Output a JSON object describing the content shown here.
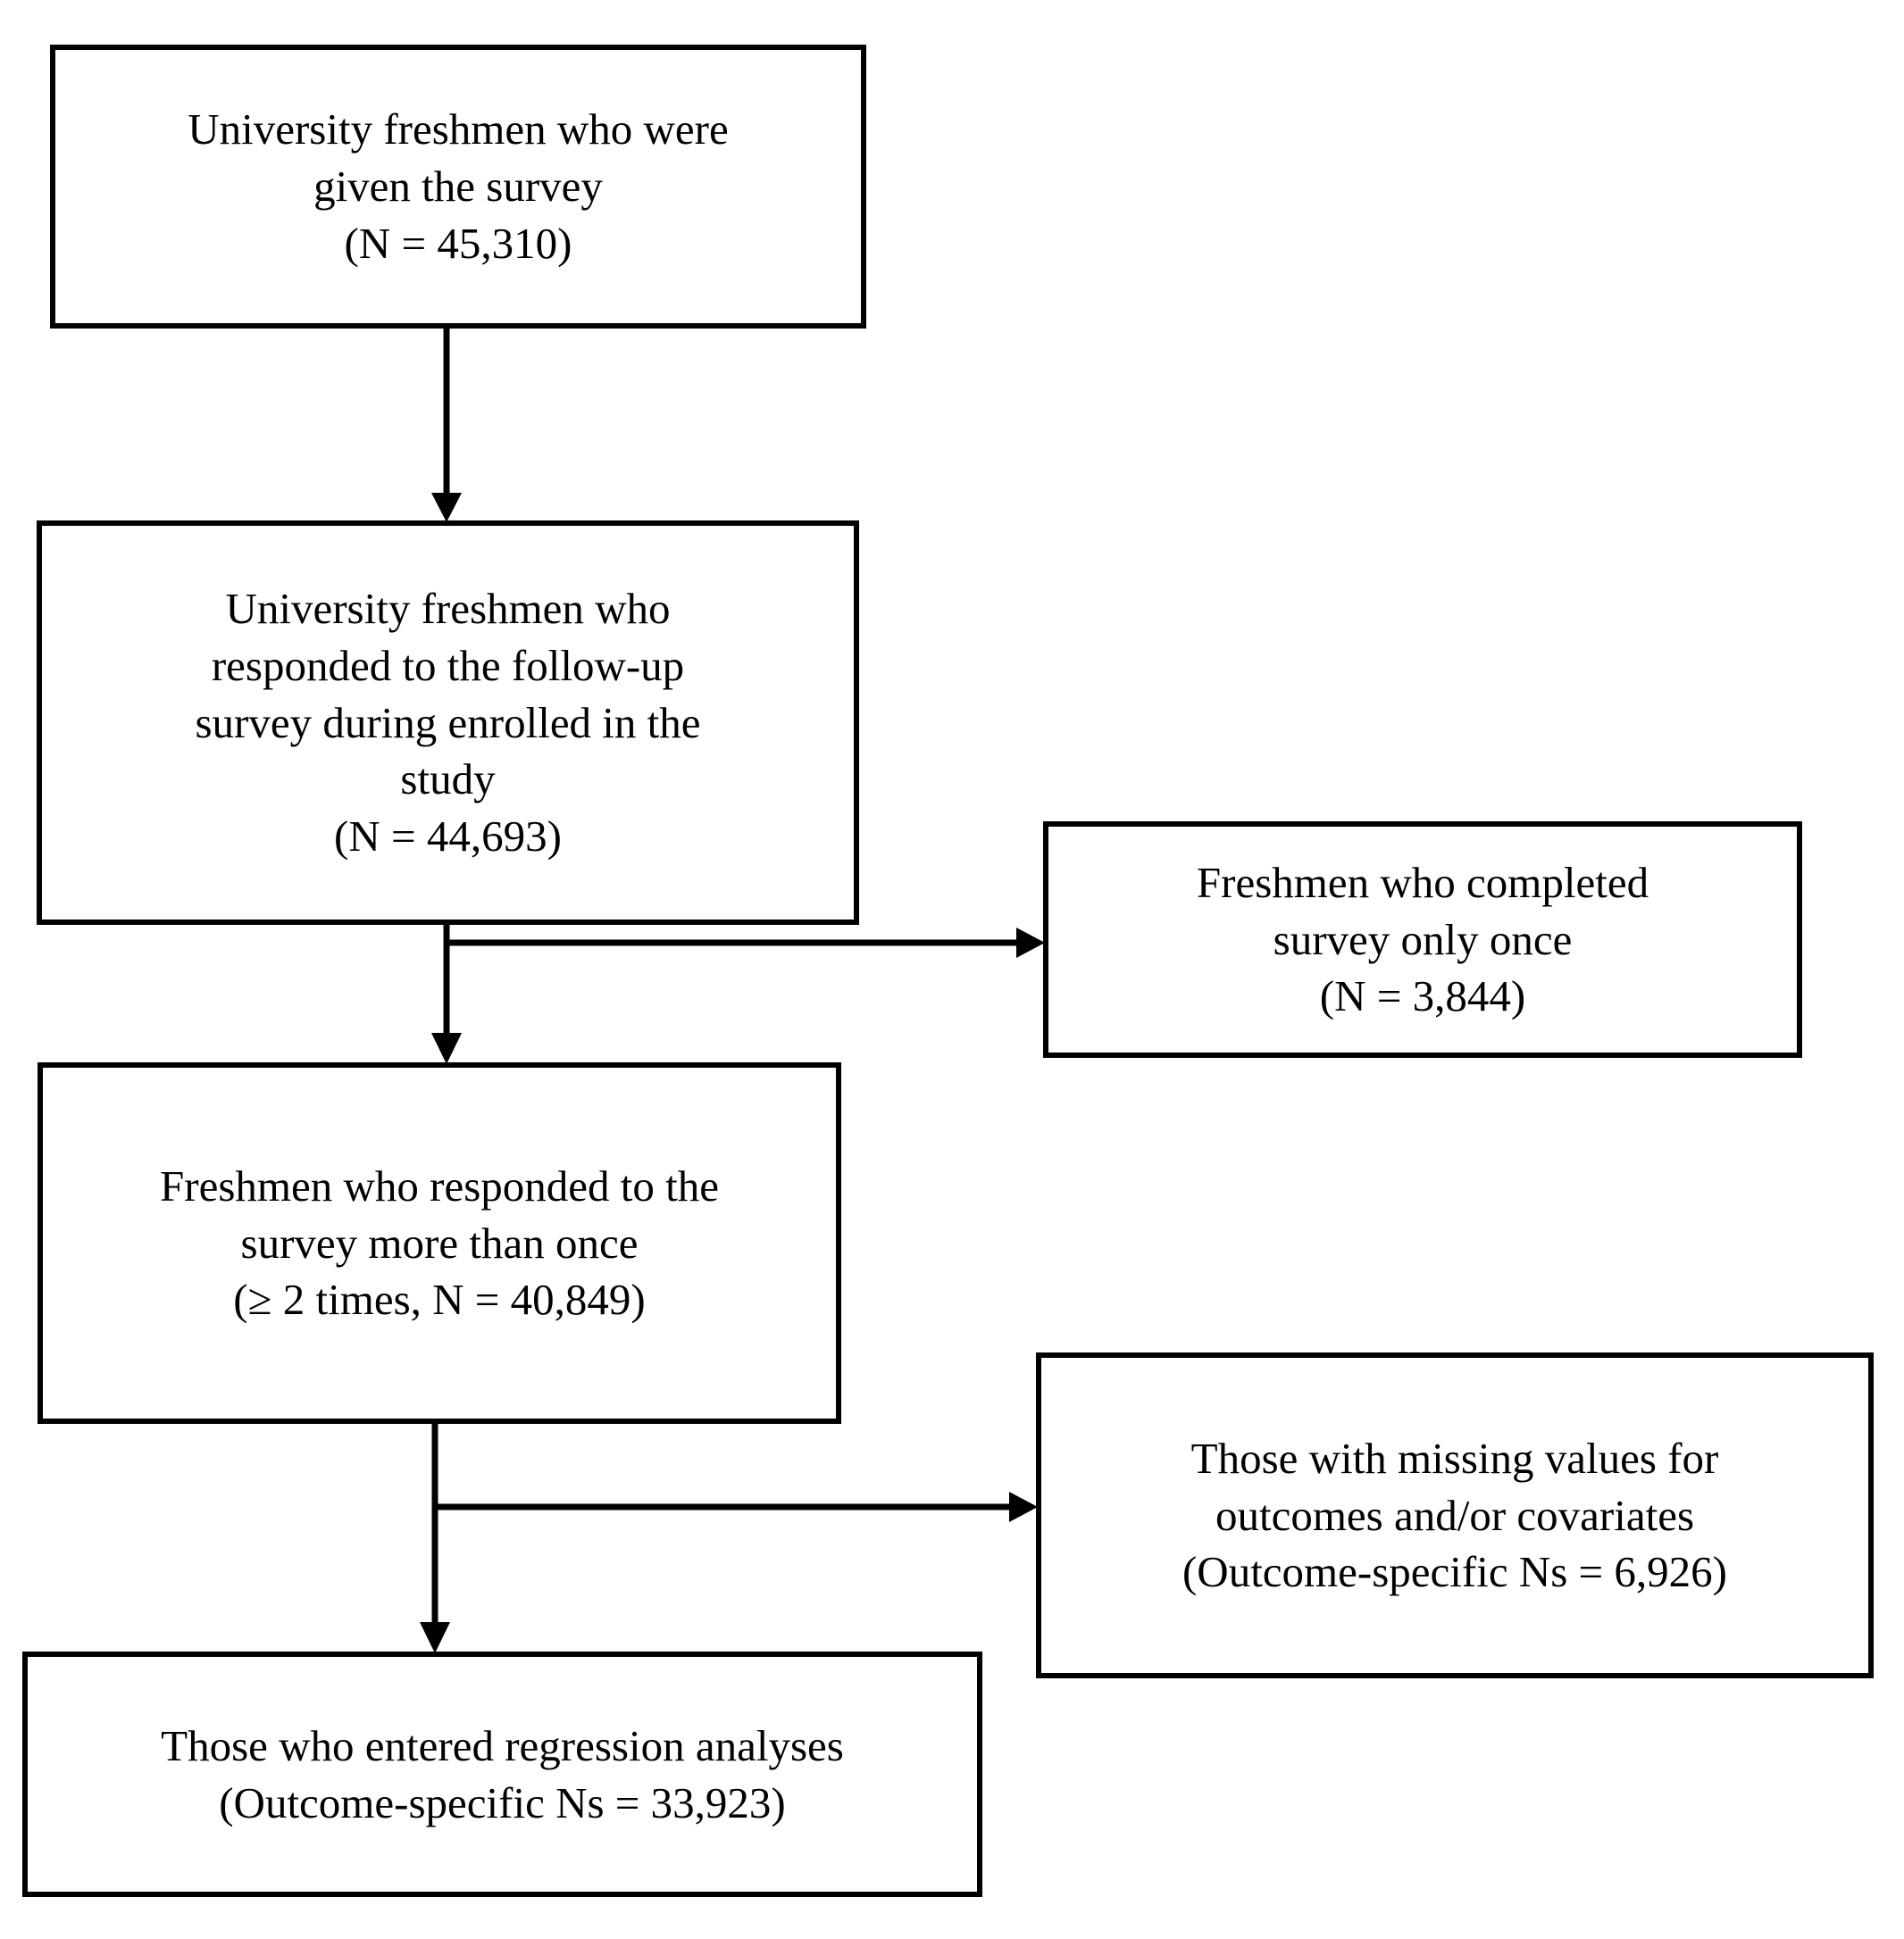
{
  "diagram": {
    "type": "participant-flow-chart",
    "line_color": "#000000",
    "background_color": "#ffffff",
    "boxes": [
      {
        "id": "given",
        "name": "university-freshmen-given-survey",
        "lines": [
          "University freshmen who were",
          "given the survey",
          "(N = 45,310)"
        ],
        "n_label": "N = 45,310",
        "n_value": 45310
      },
      {
        "id": "followup",
        "name": "university-freshmen-responded-followup",
        "lines": [
          "University freshmen who",
          "responded to the follow-up",
          "survey during enrolled in the",
          "study",
          "(N = 44,693)"
        ],
        "n_label": "N = 44,693",
        "n_value": 44693
      },
      {
        "id": "once",
        "name": "freshmen-completed-survey-once",
        "lines": [
          "Freshmen who completed",
          "survey only once",
          "(N = 3,844)"
        ],
        "n_label": "N = 3,844",
        "n_value": 3844
      },
      {
        "id": "morethan",
        "name": "freshmen-responded-more-than-once",
        "lines": [
          "Freshmen who responded to the",
          "survey more than once",
          "(≥ 2 times, N = 40,849)"
        ],
        "n_label": "≥ 2 times, N = 40,849",
        "n_value": 40849
      },
      {
        "id": "missing",
        "name": "those-with-missing-values",
        "lines": [
          "Those with missing values for",
          "outcomes and/or covariates",
          "(Outcome-specific Ns = 6,926)"
        ],
        "n_label": "Outcome-specific Ns = 6,926",
        "n_value": 6926
      },
      {
        "id": "regression",
        "name": "those-who-entered-regression-analyses",
        "lines": [
          "Those who entered regression analyses",
          "(Outcome-specific Ns = 33,923)"
        ],
        "n_label": "Outcome-specific Ns = 33,923",
        "n_value": 33923
      }
    ],
    "arrows": [
      {
        "name": "arrow-given-to-followup",
        "from": "given",
        "to": "followup",
        "direction": "down"
      },
      {
        "name": "arrow-followup-to-once",
        "from": "followup",
        "to": "once",
        "direction": "right"
      },
      {
        "name": "arrow-followup-to-morethan",
        "from": "followup",
        "to": "morethan",
        "direction": "down"
      },
      {
        "name": "arrow-morethan-to-missing",
        "from": "morethan",
        "to": "missing",
        "direction": "right"
      },
      {
        "name": "arrow-morethan-to-regression",
        "from": "morethan",
        "to": "regression",
        "direction": "down"
      }
    ]
  }
}
